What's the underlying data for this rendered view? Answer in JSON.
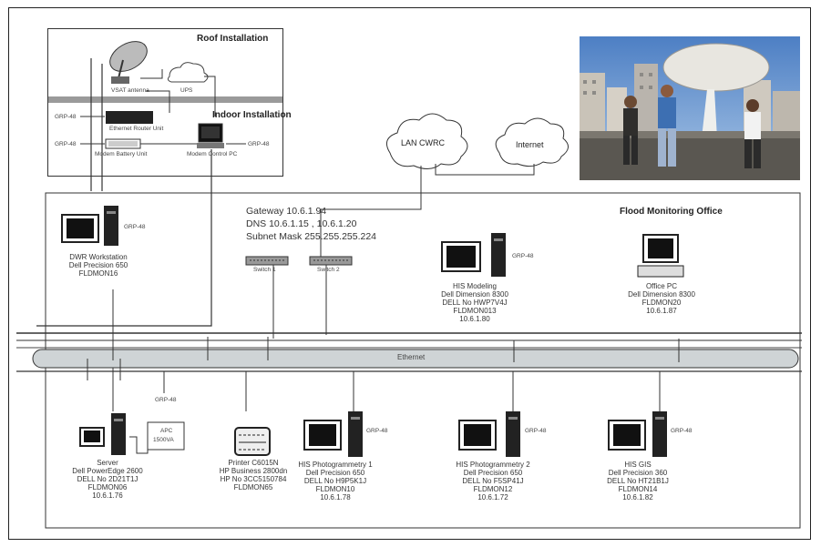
{
  "roof": {
    "title": "Roof Installation",
    "indoor_title": "Indoor Installation",
    "small_labels": [
      "VSAT antenna",
      "UPS",
      "GRP-48",
      "Ethernet Router Unit",
      "GRP-48",
      "Modem Battery Unit",
      "Modem Control PC",
      "GRP-48"
    ]
  },
  "clouds": {
    "lan": "LAN CWRC",
    "internet": "Internet"
  },
  "office": {
    "title": "Flood Monitoring Office",
    "network_info": [
      "Gateway 10.6.1.94",
      "DNS 10.6.1.15 , 10.6.1.20",
      "Subnet Mask 255.255.255.224"
    ],
    "switches": [
      "Switch 1",
      "Switch 2"
    ],
    "ethernet_label": "Ethernet"
  },
  "nodes": {
    "dwr": [
      "DWR Workstation",
      "Dell Precision 650",
      "FLDMON16"
    ],
    "his_modeling": [
      "HIS Modeling",
      "Dell Dimension 8300",
      "DELL No HWP7V4J",
      "FLDMON013",
      "10.6.1.80"
    ],
    "office_pc": [
      "Office PC",
      "Dell Dimension 8300",
      "FLDMON20",
      "10.6.1.87"
    ],
    "server": [
      "Server",
      "Dell PowerEdge 2600",
      "DELL No 2D21T1J",
      "FLDMON06",
      "10.6.1.76"
    ],
    "printer": [
      "Printer C6015N",
      "HP Business 2800dn",
      "HP No 3CC5150784",
      "FLDMON65"
    ],
    "his_photo1": [
      "HIS Photogrammetry 1",
      "Dell Precision 650",
      "DELL No H9P5K1J",
      "FLDMON10",
      "10.6.1.78"
    ],
    "his_photo2": [
      "HIS Photogrammetry 2",
      "Dell Precision 650",
      "DELL No F5SP41J",
      "FLDMON12",
      "10.6.1.72"
    ],
    "his_gis": [
      "HIS GIS",
      "Dell Precision 360",
      "DELL No HT21B1J",
      "FLDMON14",
      "10.6.1.82"
    ]
  },
  "small_tags": {
    "grp": "GRP-48",
    "apc": [
      "APC",
      "1500VA"
    ]
  }
}
